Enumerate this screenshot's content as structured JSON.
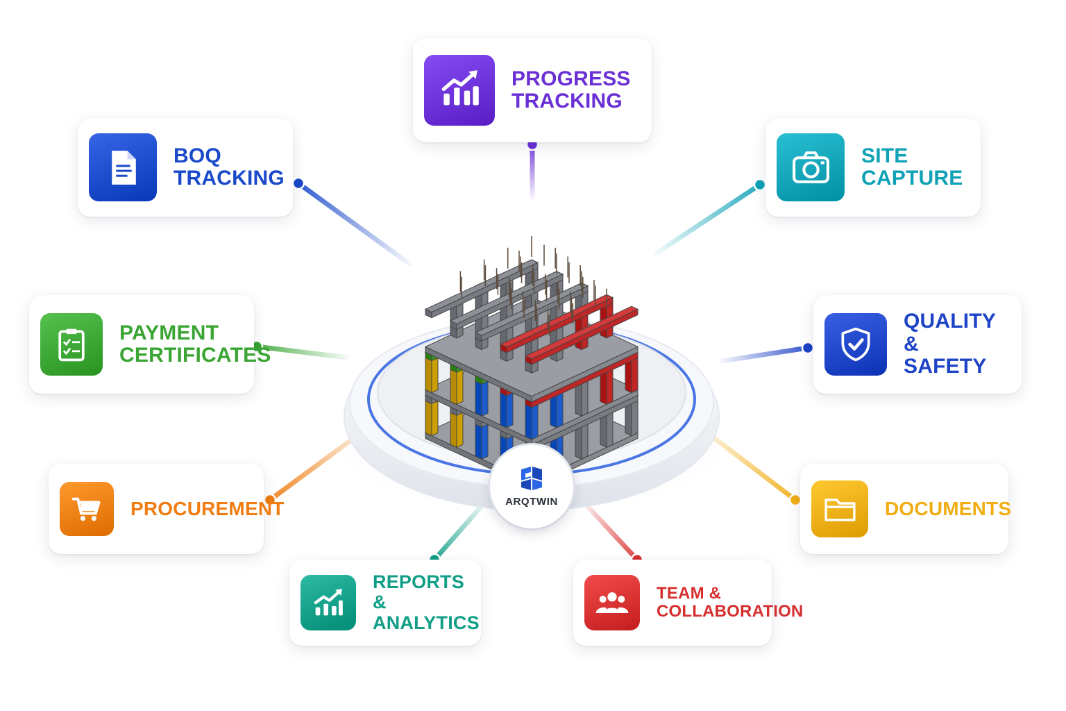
{
  "brand": {
    "name": "ARQTWIN"
  },
  "features": [
    {
      "id": "progress",
      "lines": [
        "PROGRESS",
        "TRACKING"
      ],
      "icon": "trending-chart-icon",
      "color": "#6a2fd6"
    },
    {
      "id": "boq",
      "lines": [
        "BOQ",
        "TRACKING"
      ],
      "icon": "document-icon",
      "color": "#1a49c9"
    },
    {
      "id": "site",
      "lines": [
        "SITE",
        "CAPTURE"
      ],
      "icon": "camera-icon",
      "color": "#0fa2b6"
    },
    {
      "id": "payment",
      "lines": [
        "PAYMENT",
        "CERTIFICATES"
      ],
      "icon": "clipboard-checklist-icon",
      "color": "#3aa533"
    },
    {
      "id": "quality",
      "lines": [
        "QUALITY &",
        "SAFETY"
      ],
      "icon": "shield-check-icon",
      "color": "#1d43c7"
    },
    {
      "id": "procurement",
      "lines": [
        "PROCUREMENT"
      ],
      "icon": "shopping-cart-icon",
      "color": "#ef7d12"
    },
    {
      "id": "documents",
      "lines": [
        "DOCUMENTS"
      ],
      "icon": "folder-icon",
      "color": "#f0ad14"
    },
    {
      "id": "reports",
      "lines": [
        "REPORTS &",
        "ANALYTICS"
      ],
      "icon": "growth-chart-icon",
      "color": "#119e87"
    },
    {
      "id": "team",
      "lines": [
        "TEAM &",
        "COLLABORATION"
      ],
      "icon": "team-people-icon",
      "color": "#d62f2f"
    }
  ]
}
